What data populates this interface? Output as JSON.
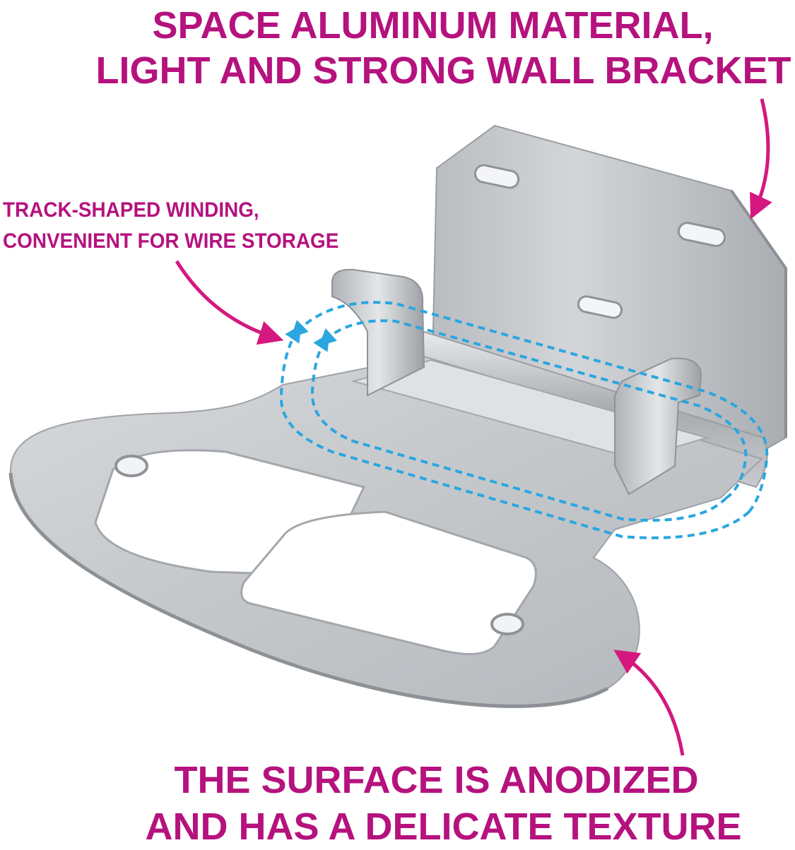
{
  "captions": {
    "top": {
      "line1": "SPACE ALUMINUM MATERIAL,",
      "line2": "LIGHT AND STRONG WALL BRACKET"
    },
    "left": {
      "line1": "TRACK-SHAPED WINDING,",
      "line2": "CONVENIENT FOR WIRE STORAGE"
    },
    "bottom": {
      "line1": "THE SURFACE IS ANODIZED",
      "line2": "AND HAS A DELICATE TEXTURE"
    }
  },
  "colors": {
    "caption": "#b5127e",
    "arrow": "#d4187f",
    "metal": "#c9cccf",
    "metal_dark": "#9ea2a6",
    "track": "#2aa6e0"
  },
  "image": {
    "subject": "aluminum-wall-bracket"
  }
}
